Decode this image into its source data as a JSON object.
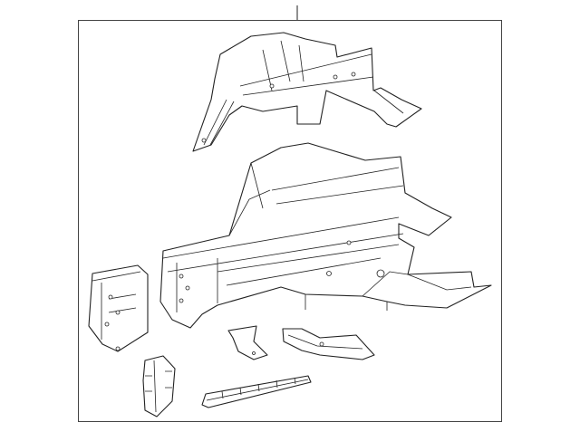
{
  "diagram": {
    "line_color": "#222222",
    "background": "#ffffff",
    "parts": [
      {
        "id": "upper-apron"
      },
      {
        "id": "frame-rail-assembly"
      },
      {
        "id": "front-bracket"
      },
      {
        "id": "small-bracket"
      },
      {
        "id": "curved-bracket"
      },
      {
        "id": "vertical-reinforcement"
      },
      {
        "id": "lower-strip"
      }
    ]
  }
}
